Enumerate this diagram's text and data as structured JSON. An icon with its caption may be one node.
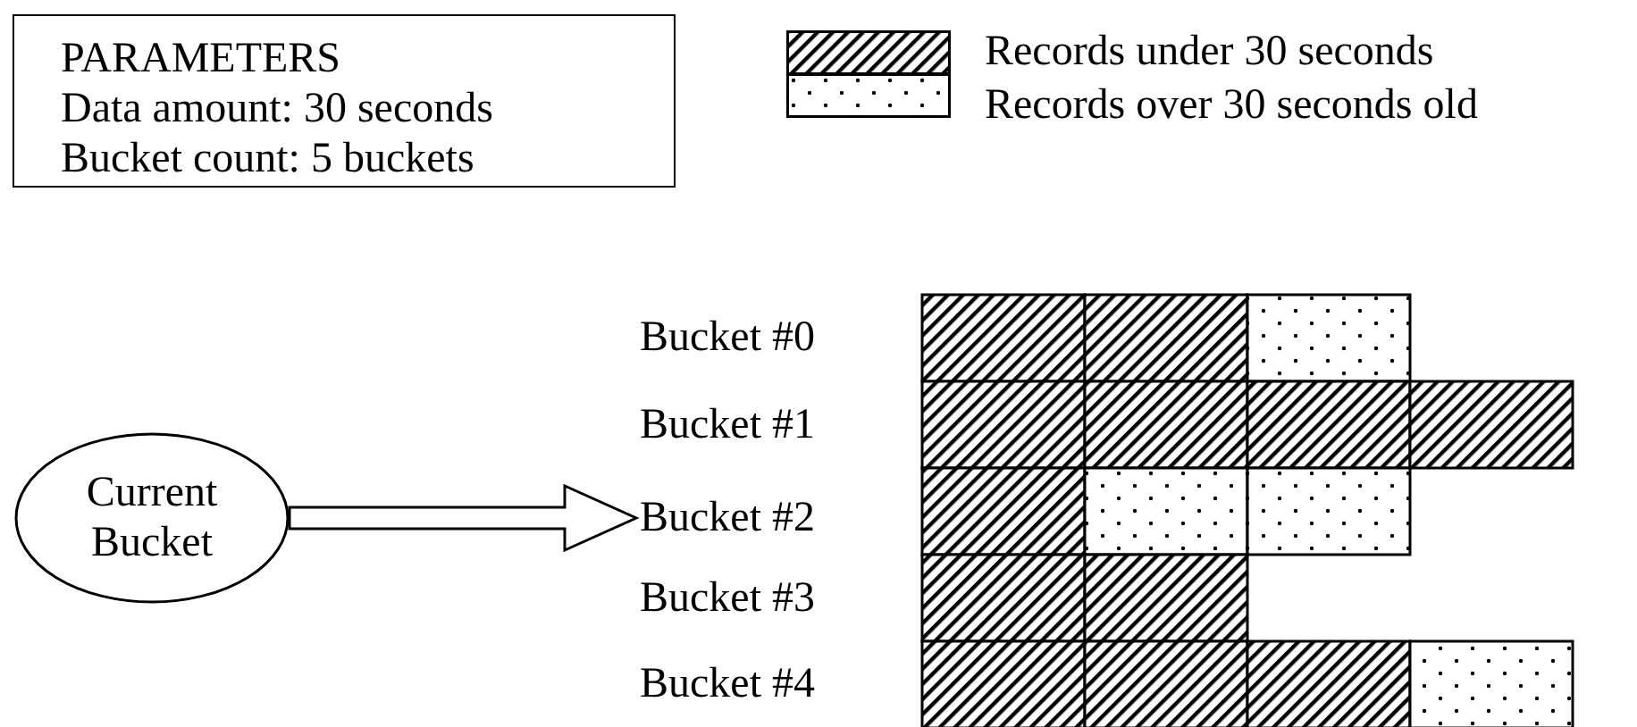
{
  "diagram": {
    "nodes": [
      {
        "text": [
          "PARAMETERS",
          "Data amount: 30 seconds",
          "Bucket count: 5 buckets"
        ]
      },
      {
        "text": [
          "Current Bucket"
        ]
      },
      {
        "text": [
          "Bucket #2"
        ]
      }
    ],
    "edges": [
      {
        "from": 1,
        "to": 2,
        "arrow": "to"
      }
    ],
    "labels": [
      "Bucket #0",
      "Bucket #1",
      "Bucket #3",
      "Bucket #4"
    ],
    "legend": [
      {
        "text": "Records under 30 seconds"
      },
      {
        "text": "Records over 30 seconds old"
      }
    ]
  }
}
